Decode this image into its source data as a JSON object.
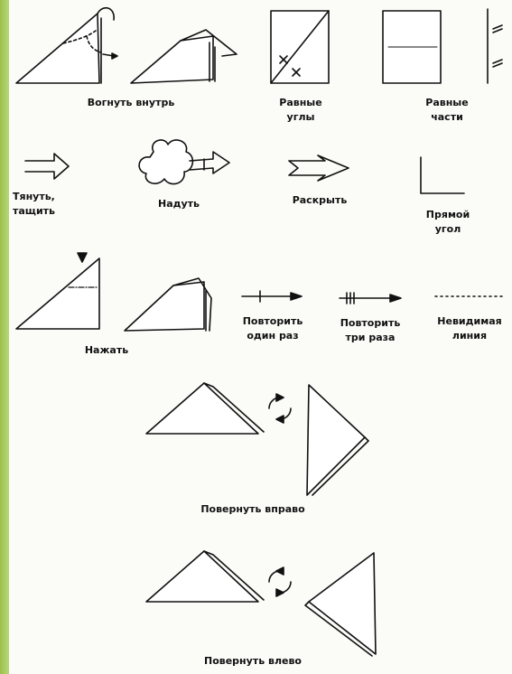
{
  "labels": {
    "fold_inside": "Вогнуть внутрь",
    "equal_angles": "Равные\nуглы",
    "equal_parts": "Равные\nчасти",
    "pull": "Тянуть,\nтащить",
    "inflate": "Надуть",
    "open": "Раскрыть",
    "right_angle": "Прямой\nугол",
    "press": "Нажать",
    "repeat_once": "Повторить\nодин раз",
    "repeat_thrice": "Повторить\nтри раза",
    "invisible_line": "Невидимая\nлиния",
    "turn_right": "Повернуть вправо",
    "turn_left": "Повернуть влево"
  },
  "colors": {
    "ink": "#111111",
    "paper": "#fbfbf8",
    "leaf_green": "#a4c957"
  },
  "icons": [
    "fold-inside-icon",
    "equal-angles-icon",
    "equal-parts-icon",
    "pull-arrow-icon",
    "inflate-icon",
    "open-arrow-icon",
    "right-angle-icon",
    "press-icon",
    "repeat-once-icon",
    "repeat-thrice-icon",
    "invisible-line-icon",
    "turn-right-icon",
    "turn-left-icon"
  ]
}
